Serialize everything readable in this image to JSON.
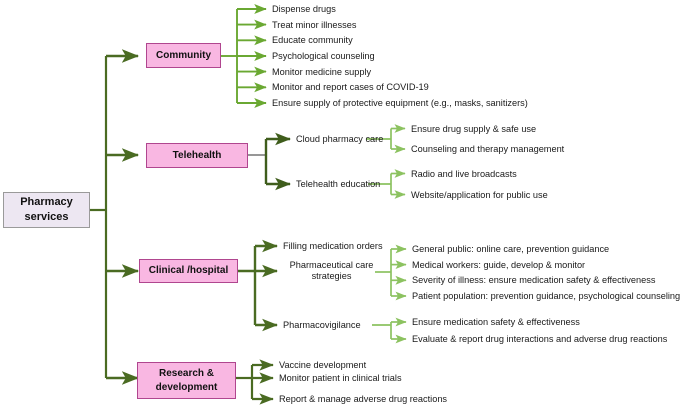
{
  "diagram": {
    "title": "Pharmacy services mind map",
    "root": {
      "label": "Pharmacy\nservices",
      "line1": "Pharmacy",
      "line2": "services"
    },
    "colors": {
      "trunk_green": "#4a6b22",
      "branch_green": "#6aa832",
      "leaf_green": "#8cc260",
      "node_pink_fill": "#f9b7e2",
      "node_pink_border": "#b0468f",
      "root_fill": "#ede7f2",
      "root_border": "#9a9a9a",
      "text": "#1a1a1a"
    },
    "categories": [
      {
        "id": "community",
        "label": "Community",
        "items": [
          {
            "label": "Dispense  drugs"
          },
          {
            "label": "Treat minor illnesses"
          },
          {
            "label": "Educate community"
          },
          {
            "label": "Psychological counseling"
          },
          {
            "label": "Monitor medicine supply"
          },
          {
            "label": "Monitor and report cases of COVID-19"
          },
          {
            "label": "Ensure supply of  protective equipment (e.g., masks, sanitizers)"
          }
        ]
      },
      {
        "id": "telehealth",
        "label": "Telehealth",
        "items": [
          {
            "label": "Cloud pharmacy care",
            "children": [
              {
                "label": "Ensure drug supply &  safe use"
              },
              {
                "label": "Counseling and therapy management"
              }
            ]
          },
          {
            "label": "Telehealth education",
            "children": [
              {
                "label": "Radio and live broadcasts"
              },
              {
                "label": "Website/application for public use"
              }
            ]
          }
        ]
      },
      {
        "id": "clinical-hospital",
        "label": "Clinical /hospital",
        "items": [
          {
            "label": "Filling medication orders",
            "children": []
          },
          {
            "label": "Pharmaceutical care strategies",
            "line1": "Pharmaceutical care",
            "line2": "strategies",
            "children": [
              {
                "label": "General public: online care, prevention guidance"
              },
              {
                "label": "Medical workers: guide, develop & monitor"
              },
              {
                "label": "Severity of illness: ensure medication safety & effectiveness"
              },
              {
                "label": "Patient population: prevention guidance, psychological counseling"
              }
            ]
          },
          {
            "label": "Pharmacovigilance",
            "children": [
              {
                "label": "Ensure medication safety & effectiveness"
              },
              {
                "label": "Evaluate & report drug interactions and adverse drug reactions"
              }
            ]
          }
        ]
      },
      {
        "id": "research-development",
        "label": "Research & development",
        "line1": "Research &",
        "line2": "development",
        "items": [
          {
            "label": "Vaccine development"
          },
          {
            "label": "Monitor patient in clinical trials"
          },
          {
            "label": "Report & manage adverse drug reactions"
          }
        ]
      }
    ]
  }
}
